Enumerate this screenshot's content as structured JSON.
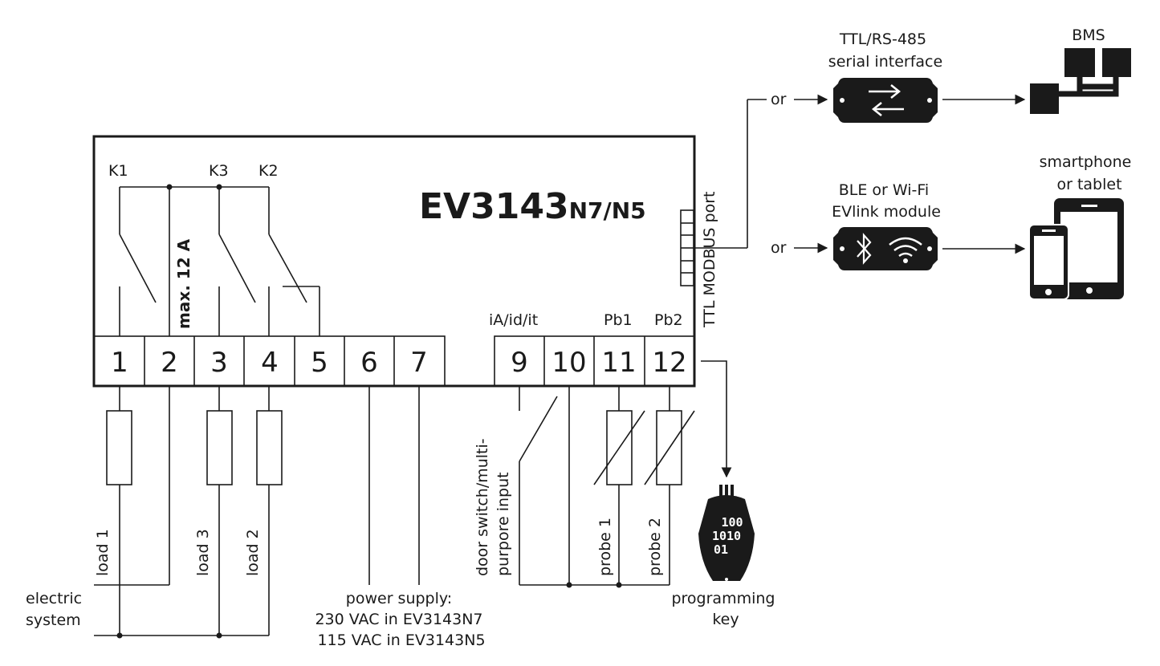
{
  "device": {
    "model_main": "EV3143",
    "model_suffix": "N7/N5",
    "port_label": "TTL MODBUS port",
    "max_current": "max. 12 A"
  },
  "relays": {
    "k1": "K1",
    "k3": "K3",
    "k2": "K2"
  },
  "terminals": [
    "1",
    "2",
    "3",
    "4",
    "5",
    "6",
    "7",
    "9",
    "10",
    "11",
    "12"
  ],
  "input_labels": {
    "digital": "iA/id/it",
    "probe1": "Pb1",
    "probe2": "Pb2"
  },
  "loads": {
    "load1": "load 1",
    "load3": "load 3",
    "load2": "load 2"
  },
  "electric_system": [
    "electric",
    "system"
  ],
  "power_supply": [
    "power supply:",
    "230 VAC in EV3143N7",
    "115 VAC in EV3143N5"
  ],
  "door_switch": [
    "door switch/multi-",
    "purpore input"
  ],
  "probes": {
    "probe1": "probe 1",
    "probe2": "probe 2"
  },
  "programming_key": {
    "label": [
      "programming",
      "key"
    ],
    "code": [
      "100",
      "1010",
      "01"
    ]
  },
  "serial": {
    "label": [
      "TTL/RS-485",
      "serial interface"
    ],
    "or": "or"
  },
  "bms": "BMS",
  "ble": {
    "label": [
      "BLE or Wi-Fi",
      "EVlink module"
    ],
    "or": "or"
  },
  "smartphone": [
    "smartphone",
    "or tablet"
  ],
  "colors": {
    "ink": "#1a1a1a",
    "background": "#ffffff"
  }
}
